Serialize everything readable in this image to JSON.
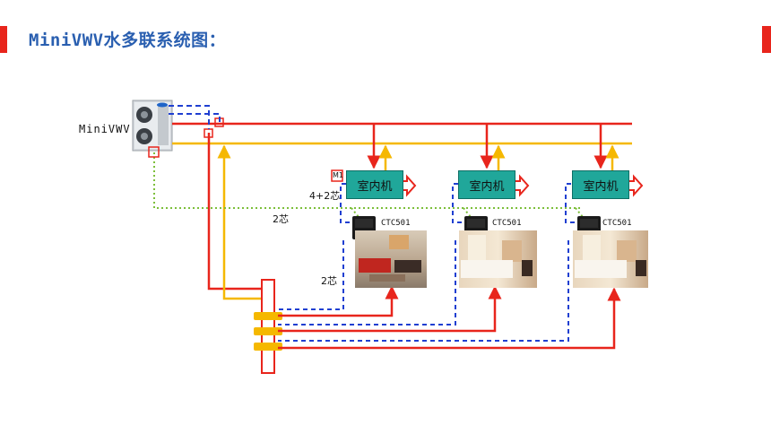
{
  "header": {
    "title": "MiniVWV水多联系统图："
  },
  "diagram": {
    "outdoor_unit_label": "MiniVWV",
    "indoor_unit_label": "室内机",
    "controller_model": "CTC501",
    "m1_label": "M1",
    "wire_4_2": "4+2芯",
    "wire_2_a": "2芯",
    "wire_2_b": "2芯"
  },
  "colors": {
    "supply_pipe": "#e8251c",
    "return_pipe": "#f5b800",
    "control_wire": "#1f3fd1",
    "comm_wire": "#7cbf3a",
    "indoor_unit": "#20a79a",
    "title": "#2a5fb0"
  }
}
